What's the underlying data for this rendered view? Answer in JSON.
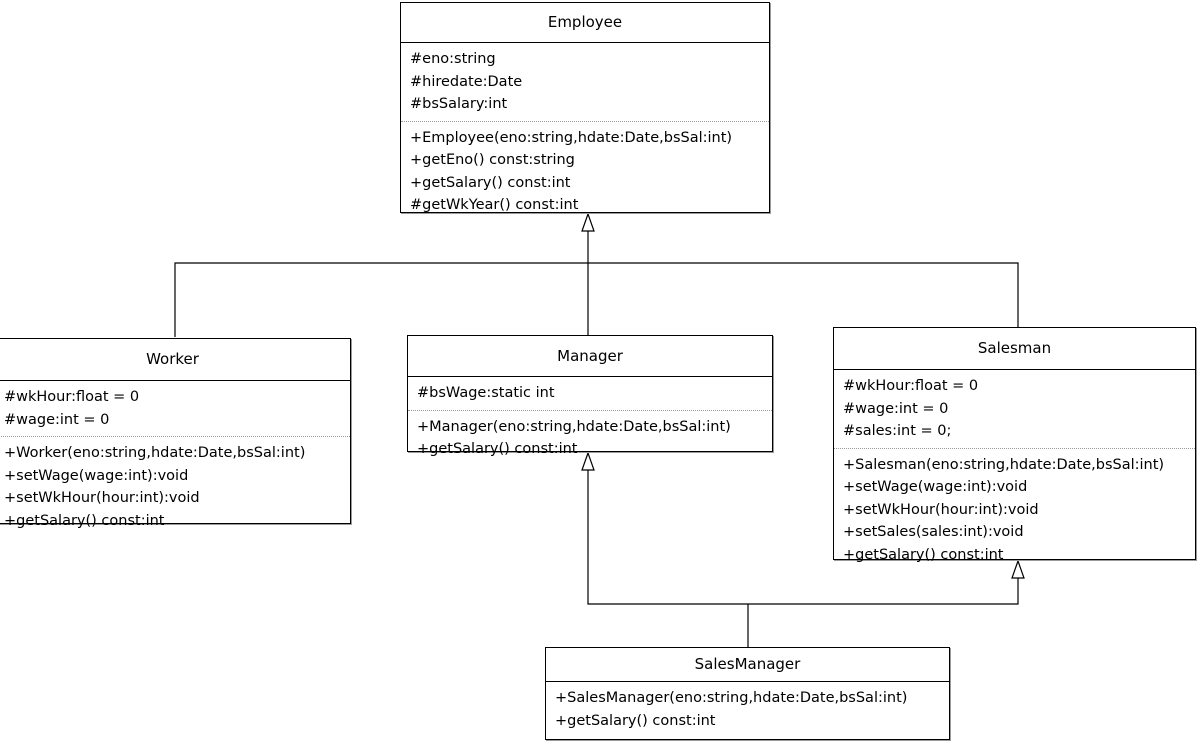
{
  "diagram": {
    "type": "uml-class-diagram",
    "title": "Employee class hierarchy",
    "classes": [
      {
        "id": "employee",
        "name": "Employee",
        "attributes": [
          "#eno:string",
          "#hiredate:Date",
          "#bsSalary:int"
        ],
        "operations": [
          "+Employee(eno:string,hdate:Date,bsSal:int)",
          "+getEno() const:string",
          "+getSalary() const:int",
          "#getWkYear() const:int"
        ]
      },
      {
        "id": "worker",
        "name": "Worker",
        "attributes": [
          "#wkHour:float = 0",
          "#wage:int = 0"
        ],
        "operations": [
          "+Worker(eno:string,hdate:Date,bsSal:int)",
          "+setWage(wage:int):void",
          "+setWkHour(hour:int):void",
          "+getSalary() const:int"
        ]
      },
      {
        "id": "manager",
        "name": "Manager",
        "attributes": [
          "#bsWage:static int"
        ],
        "operations": [
          "+Manager(eno:string,hdate:Date,bsSal:int)",
          "+getSalary() const:int"
        ]
      },
      {
        "id": "salesman",
        "name": "Salesman",
        "attributes": [
          "#wkHour:float = 0",
          "#wage:int = 0",
          "#sales:int = 0;"
        ],
        "operations": [
          "+Salesman(eno:string,hdate:Date,bsSal:int)",
          "+setWage(wage:int):void",
          "+setWkHour(hour:int):void",
          "+setSales(sales:int):void",
          "+getSalary() const:int"
        ]
      },
      {
        "id": "salesmanager",
        "name": "SalesManager",
        "attributes": [],
        "operations": [
          "+SalesManager(eno:string,hdate:Date,bsSal:int)",
          "+getSalary() const:int"
        ]
      }
    ],
    "relationships": [
      {
        "kind": "generalization",
        "from": "Worker",
        "to": "Employee"
      },
      {
        "kind": "generalization",
        "from": "Manager",
        "to": "Employee"
      },
      {
        "kind": "generalization",
        "from": "Salesman",
        "to": "Employee"
      },
      {
        "kind": "generalization",
        "from": "SalesManager",
        "to": "Manager"
      },
      {
        "kind": "generalization",
        "from": "SalesManager",
        "to": "Salesman"
      }
    ],
    "colors": {
      "background": "#ffffff",
      "box_fill": "#ffffff",
      "box_border": "#000000",
      "text": "#000000",
      "compartment_divider": "#9a9a9a",
      "edge": "#000000"
    }
  }
}
